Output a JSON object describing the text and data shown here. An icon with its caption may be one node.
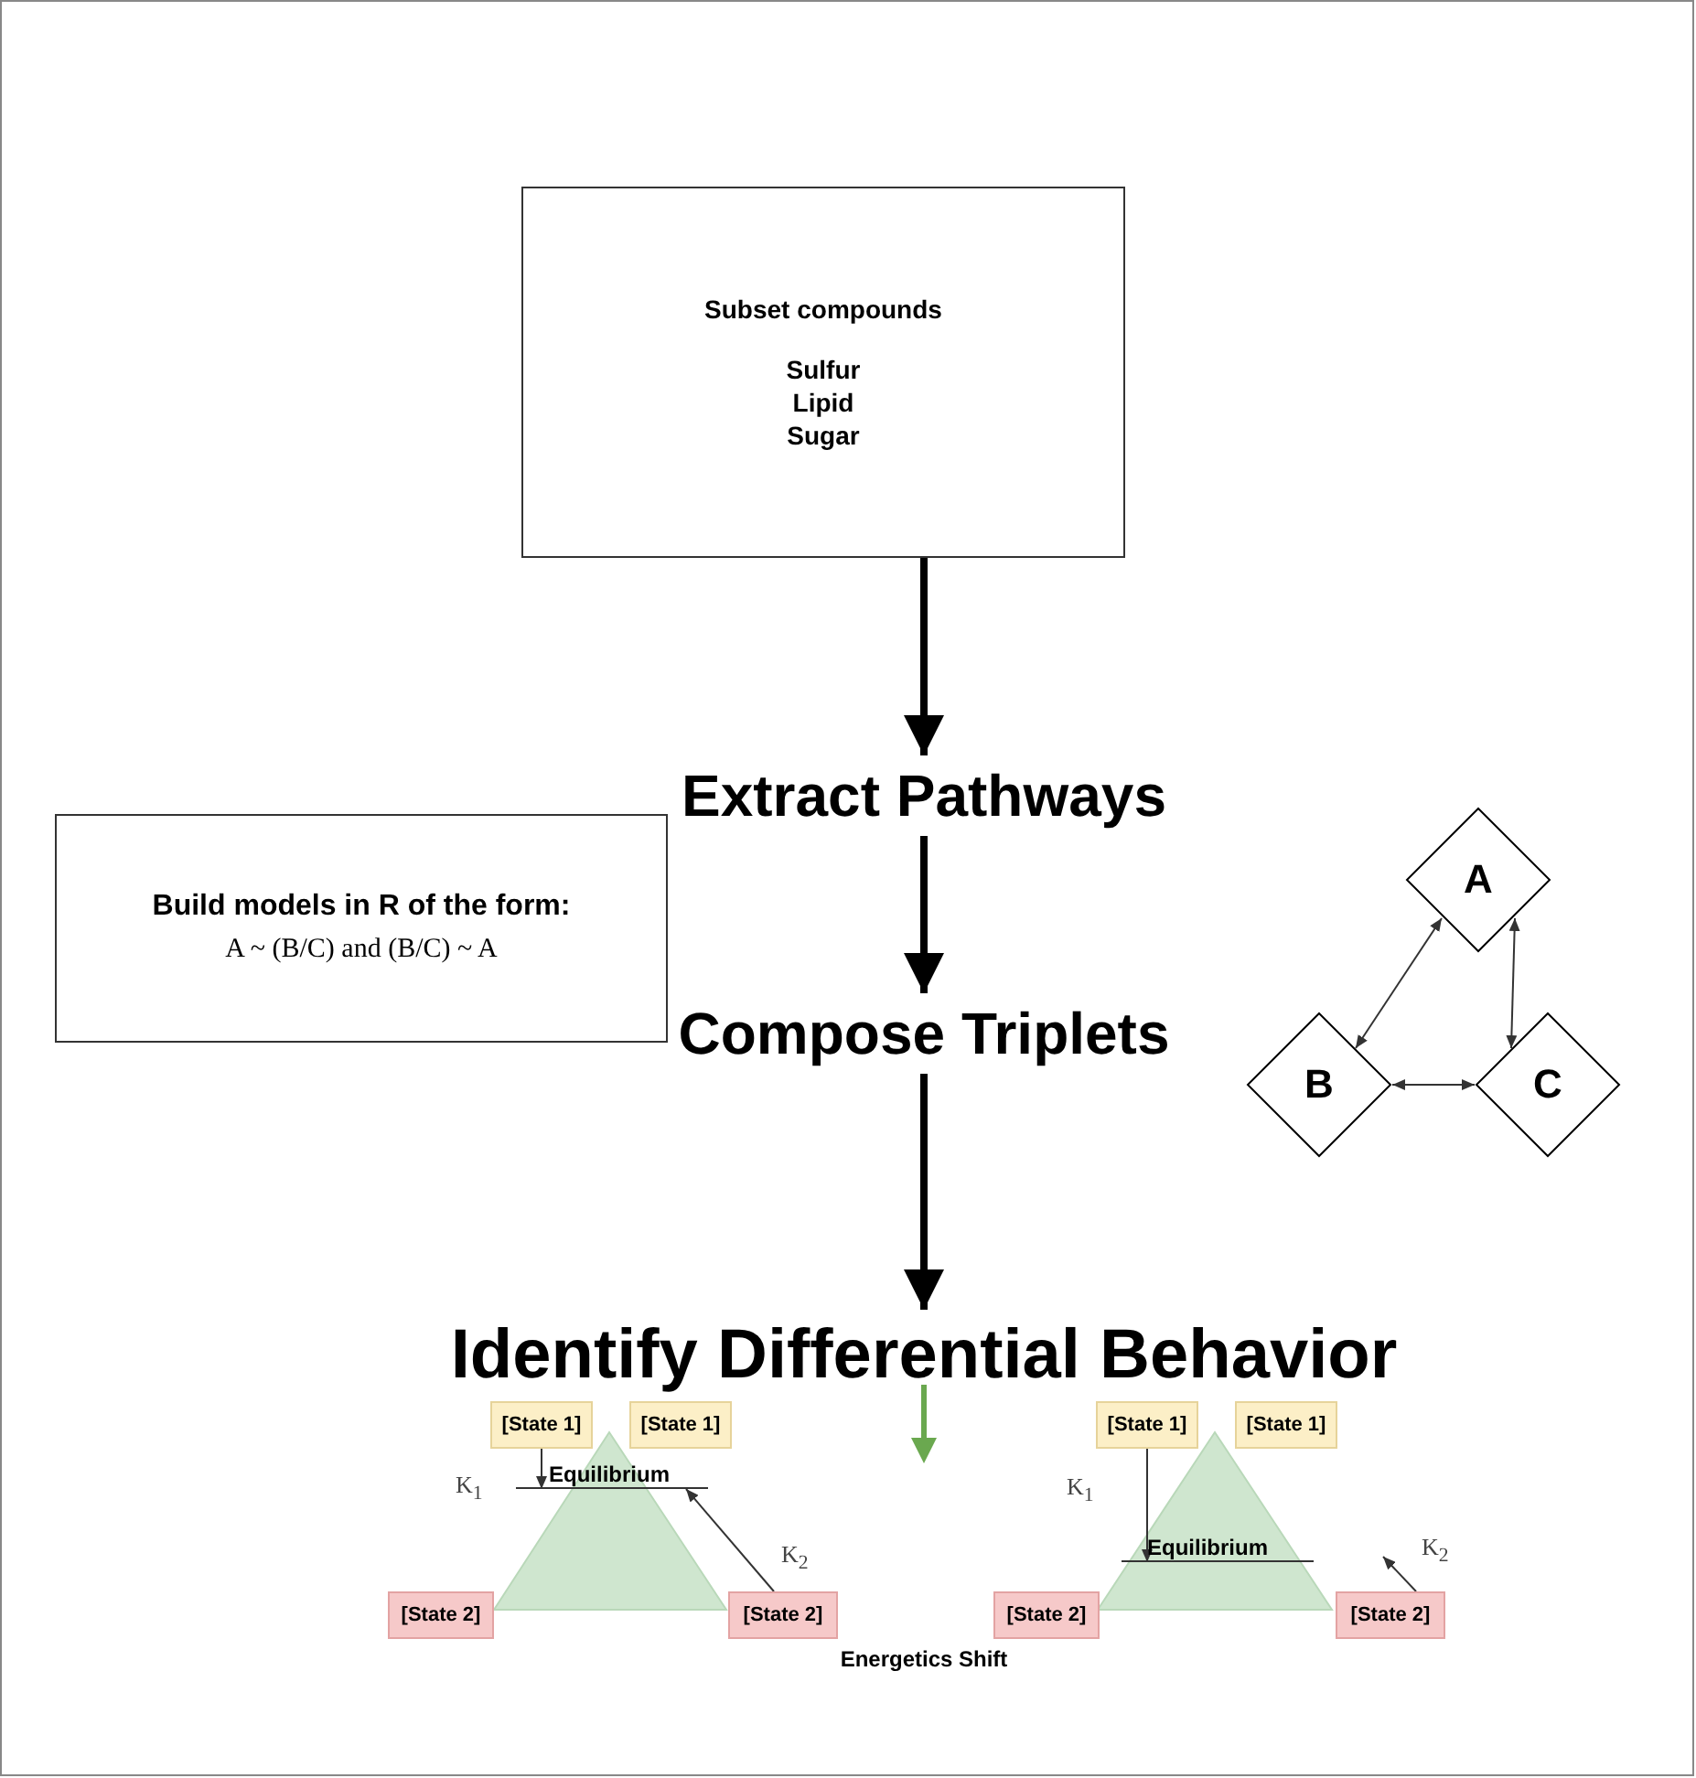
{
  "diagram": {
    "nodes": [
      {
        "text": [
          "Subset compounds",
          "Sulfur Lipid Sugar"
        ]
      },
      {
        "text": [
          "Extract Pathways"
        ]
      },
      {
        "text": [
          "Build models in R of the form:",
          "A ~ (B/C) and (B/C) ~ A"
        ]
      },
      {
        "text": [
          "A"
        ]
      },
      {
        "text": [
          "Compose Triplets"
        ]
      },
      {
        "text": [
          "B"
        ]
      },
      {
        "text": [
          "C"
        ]
      },
      {
        "text": [
          "Identify Differential Behavior"
        ]
      },
      {
        "text": [
          "[State 1]"
        ]
      },
      {
        "text": [
          "[State 1]"
        ]
      },
      {
        "text": [
          "[State 1]"
        ]
      },
      {
        "text": [
          "[State 1]"
        ]
      },
      {
        "text": [
          "Equilibrium"
        ]
      },
      {
        "text": [
          "Equilibrium"
        ]
      },
      {
        "text": [
          "[State 2]"
        ]
      },
      {
        "text": [
          "[State 2]"
        ]
      },
      {
        "text": [
          "[State 2]"
        ]
      },
      {
        "text": [
          "[State 2]"
        ]
      }
    ],
    "edges": [
      {
        "from": 0,
        "to": 1,
        "arrow": "to",
        "style": "thick"
      },
      {
        "from": 1,
        "to": 4,
        "arrow": "to",
        "style": "thick"
      },
      {
        "from": 4,
        "to": 7,
        "arrow": "to",
        "style": "thick"
      },
      {
        "from": 3,
        "to": 5,
        "arrow": "both"
      },
      {
        "from": 3,
        "to": 6,
        "arrow": "both"
      },
      {
        "from": 5,
        "to": 6,
        "arrow": "both"
      },
      {
        "from": 8,
        "to": 12,
        "arrow": "to",
        "label": "K$_{1}$"
      },
      {
        "from": 15,
        "to": 12,
        "arrow": "to",
        "label": "K$_{2}$"
      },
      {
        "from": 10,
        "to": 13,
        "arrow": "to",
        "label": "K$_{1}$"
      },
      {
        "from": 17,
        "to": null,
        "arrow": "to",
        "label": "K$_{2}$"
      }
    ],
    "labels": [
      "Energetics Shift"
    ]
  }
}
